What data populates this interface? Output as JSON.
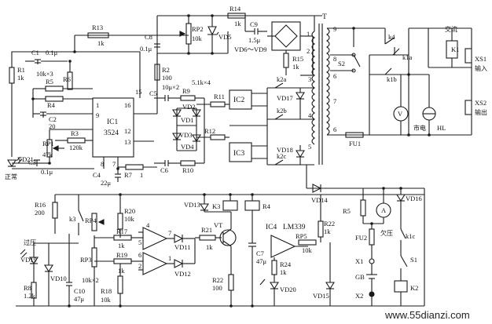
{
  "watermark": "www.55dianzi.com",
  "labels": {
    "R13": "R13",
    "R13v": "1k",
    "C1": "C1",
    "C1v": "0.1μ",
    "R1": "R1",
    "R1v": "1k",
    "R5": "R5",
    "R5v": "10k×3",
    "R6": "R6",
    "R4": "R4",
    "C2": "C2",
    "C2v": "20",
    "R3": "R3",
    "R3v": "120k",
    "RP1": "RP1",
    "RP1v": "47k",
    "VD21": "VD21",
    "C3": "C3",
    "C3v": "0.1μ",
    "zhengchang": "正常",
    "IC1": "IC1",
    "IC1p": "3524",
    "p1": "1",
    "p9": "9",
    "p16": "16",
    "p12": "12",
    "p13": "13",
    "p15": "15",
    "p8": "8",
    "p7": "7",
    "C4": "C4",
    "C4v": "22μ",
    "R7": "R7",
    "R7v": "1",
    "C8": "C8",
    "C8v": "0.1μ",
    "RP2": "RP2",
    "RP2v": "10k",
    "VD5": "VD5",
    "R14": "R14",
    "R14v": "1k",
    "C9": "C9",
    "C9v": "1.5μ",
    "VD6VD9": "VD6～VD9",
    "R15": "R15",
    "R15v": "1k",
    "R2": "R2",
    "R2v": "100",
    "C5r": "10μ×2",
    "R8r": "5.1k×4",
    "C5": "C5",
    "R9": "R9",
    "VD2": "VD2",
    "VD1": "VD1",
    "R11": "R11",
    "VD3": "VD3",
    "VD4": "VD4",
    "R12": "R12",
    "C6": "C6",
    "R10": "R10",
    "IC2": "IC2",
    "IC3": "IC3",
    "k2a": "k2a",
    "k2b": "k2b",
    "k2c": "k2c",
    "VD17": "VD17",
    "VD18": "VD18",
    "T": "T",
    "t1": "1",
    "t2": "2",
    "t3": "3",
    "t4": "4",
    "t5": "5",
    "t6": "6",
    "t7": "7",
    "t8": "8",
    "t9": "9",
    "S2": "S2",
    "k4": "k4",
    "k1a": "k1a",
    "k1b": "k1b",
    "jiaoliu": "交流",
    "K1": "K1",
    "XS1": "XS1",
    "shuru": "输入",
    "XS2": "XS2",
    "shuchu": "输出",
    "V": "V",
    "shidian": "市电",
    "HL": "HL",
    "FU1": "FU1",
    "R16": "R16",
    "R16v": "200",
    "k3": "k3",
    "RP4": "RP4",
    "R20": "R20",
    "R20v": "10k",
    "R17": "R17",
    "R17v": "1k",
    "R19": "R19",
    "R19v": "1k",
    "R18": "R18",
    "R18v": "10k",
    "RP3": "RP3",
    "RP3v": "10k×2",
    "guya": "过压",
    "VD19": "VD19",
    "VD10": "VD10",
    "R8": "R8",
    "R8v": "1.2k",
    "C10": "C10",
    "C10v": "47μ",
    "o1": "1",
    "o2": "2",
    "o4": "4",
    "o5": "5",
    "o6": "6",
    "o7": "7",
    "VD11": "VD11",
    "VD12": "VD12",
    "R21": "R21",
    "R21v": "1k",
    "R22": "R22",
    "R22v": "100",
    "VD13": "VD13",
    "K3": "K3",
    "R4b": "R4",
    "VT": "VT",
    "C7": "C7",
    "C7v": "47μ",
    "IC4": "IC4",
    "IC4p": "LM339",
    "R22b": "R22",
    "R22bv": "1k",
    "RP5": "RP5",
    "RP5v": "10k",
    "R24": "R24",
    "R24v": "1k",
    "VD20": "VD20",
    "VD15": "VD15",
    "VD14": "VD14",
    "R5b": "R5",
    "VD16": "VD16",
    "qianya": "欠压",
    "k1c": "k1c",
    "FU2": "FU2",
    "X1": "X1",
    "GB": "GB",
    "X2": "X2",
    "S1": "S1",
    "K2": "K2",
    "A": "A"
  }
}
